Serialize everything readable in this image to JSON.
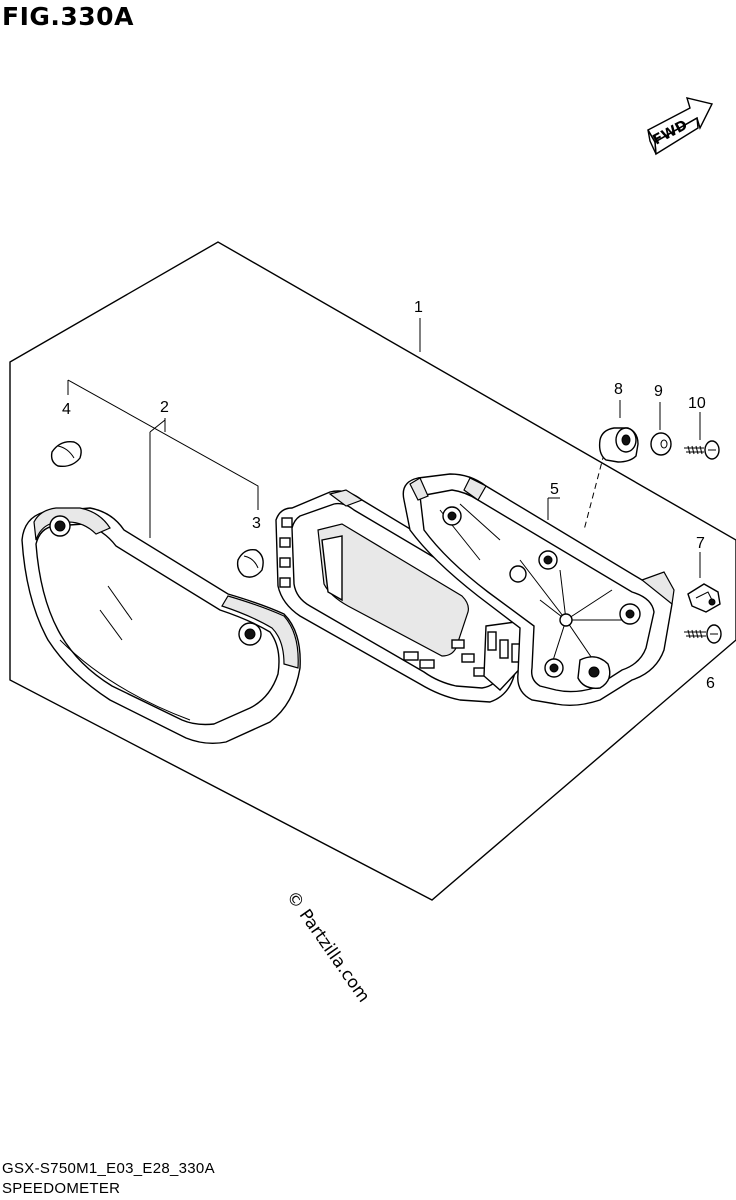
{
  "figure": {
    "title": "FIG.330A",
    "fwd_label": "FWD",
    "watermark": "© Partzilla.com",
    "footer_code": "GSX-S750M1_E03_E28_330A",
    "footer_name": "SPEEDOMETER"
  },
  "callouts": [
    {
      "id": "c1",
      "label": "1"
    },
    {
      "id": "c2",
      "label": "2"
    },
    {
      "id": "c3",
      "label": "3"
    },
    {
      "id": "c4",
      "label": "4"
    },
    {
      "id": "c5",
      "label": "5"
    },
    {
      "id": "c6",
      "label": "6"
    },
    {
      "id": "c7",
      "label": "7"
    },
    {
      "id": "c8",
      "label": "8"
    },
    {
      "id": "c9",
      "label": "9"
    },
    {
      "id": "c10",
      "label": "10"
    }
  ]
}
